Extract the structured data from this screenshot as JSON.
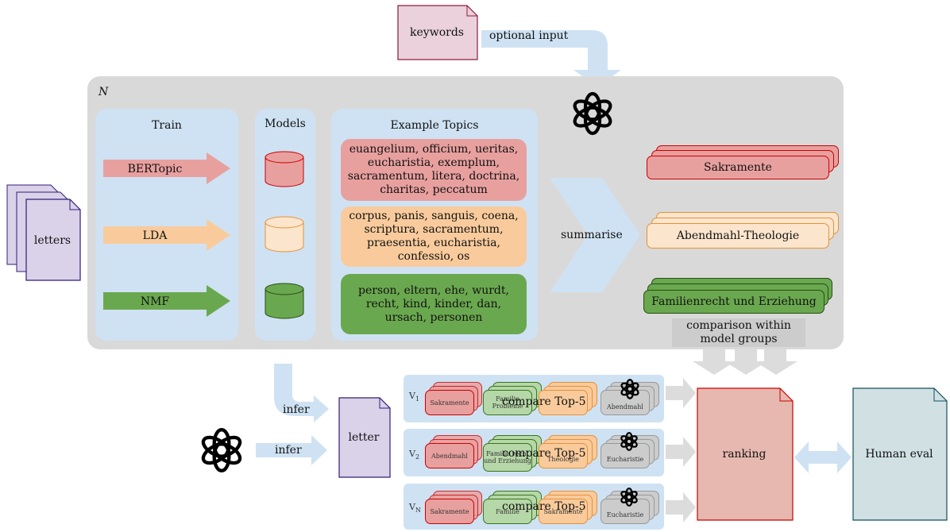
{
  "keywords": {
    "label": "keywords",
    "optional_input": "optional input"
  },
  "panel": {
    "n_label": "N"
  },
  "train": {
    "title": "Train",
    "arrows": [
      "BERTopic",
      "LDA",
      "NMF"
    ]
  },
  "models": {
    "title": "Models"
  },
  "example_topics": {
    "title": "Example Topics",
    "topics": [
      "euangelium, officium, ueritas, eucharistia, exemplum, sacramentum, litera, doctrina, charitas, peccatum",
      "corpus, panis, sanguis, coena, scriptura, sacramentum, praesentia, eucharistia, confessio, os",
      "person, eltern, ehe, wurdt, recht, kind, kinder, dan, ursach, personen"
    ]
  },
  "summarise": "summarise",
  "summaries": [
    "Sakramente",
    "Abendmahl-Theologie",
    "Familienrecht und Erziehung"
  ],
  "comparison": "comparison within model groups",
  "letters": "letters",
  "letter": "letter",
  "infer": [
    "infer",
    "infer"
  ],
  "compare_rows": [
    {
      "v": "V",
      "sub": "1",
      "label": "compare Top-5",
      "cards": [
        "Sakramente",
        "Familie Probleme",
        "",
        "Abendmahl"
      ]
    },
    {
      "v": "V",
      "sub": "2",
      "label": "compare Top-5",
      "cards": [
        "Abendmahl",
        "Familie recht und Erziehung",
        "Theologie",
        "Eucharistie"
      ]
    },
    {
      "v": "V",
      "sub": "N",
      "label": "compare Top-5",
      "cards": [
        "Sakramente",
        "Familie",
        "Sakramente",
        "Eucharistie"
      ]
    }
  ],
  "ranking": "ranking",
  "human_eval": "Human eval",
  "colors": {
    "red": "#e8a09f",
    "orange": "#f9cb9c",
    "green": "#6aa84f",
    "purple": "#d9d2e9",
    "pink": "#ead1dc",
    "blue": "#cfe2f3",
    "teal": "#d0e0e3"
  }
}
